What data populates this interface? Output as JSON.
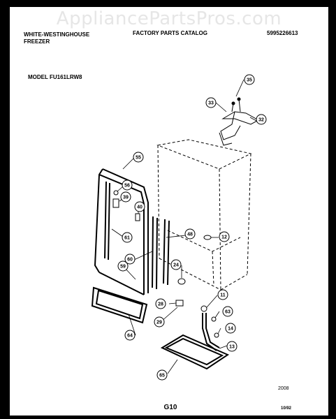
{
  "watermark": "AppliancePartsPros.com",
  "header": {
    "brand_line1": "WHITE-WESTINGHOUSE",
    "brand_line2": "FREEZER",
    "catalog": "FACTORY PARTS CATALOG",
    "part_number": "5995226613",
    "model": "MODEL FU161LRW8"
  },
  "callouts": [
    "35",
    "33",
    "32",
    "55",
    "56",
    "39",
    "40",
    "61",
    "48",
    "12",
    "60",
    "59",
    "24",
    "11",
    "28",
    "63",
    "29",
    "14",
    "64",
    "13",
    "65"
  ],
  "footer": {
    "code": "2008",
    "page": "G10",
    "date": "10/92"
  }
}
